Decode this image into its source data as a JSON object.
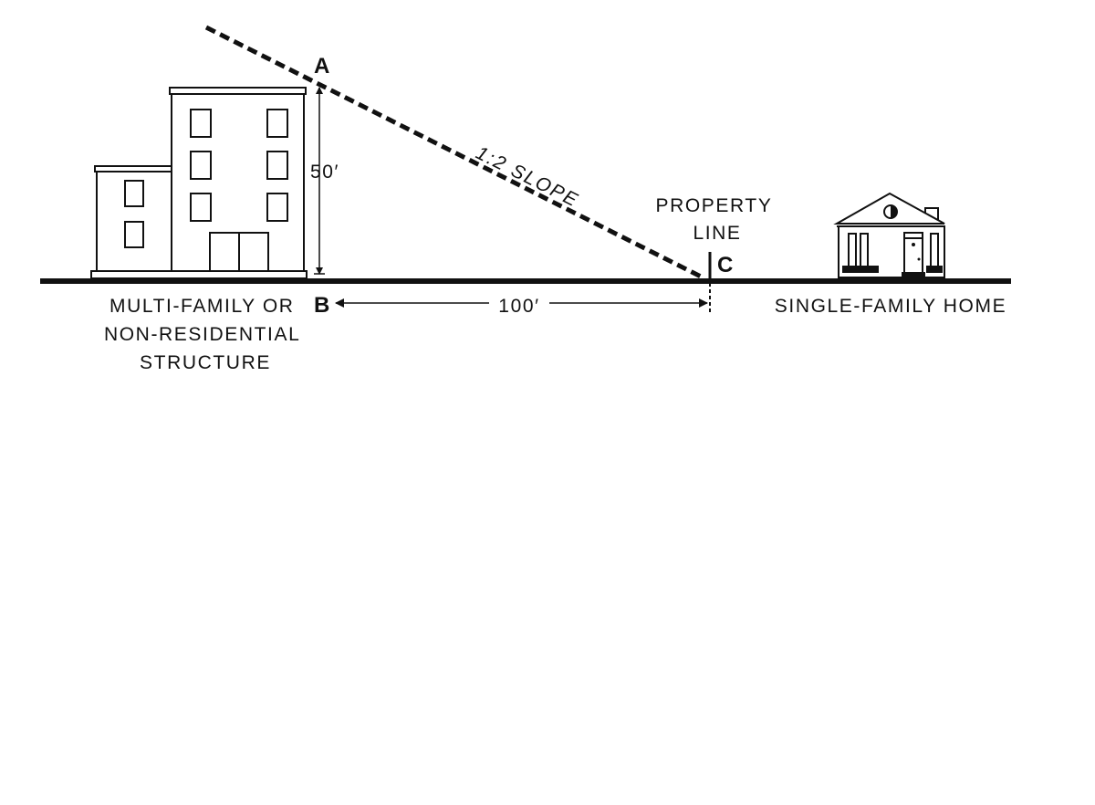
{
  "diagram": {
    "point_a": "A",
    "point_b": "B",
    "point_c": "C",
    "height_label": "50′",
    "distance_label": "100′",
    "slope_label": "1:2 SLOPE",
    "property_line_label": [
      "PROPERTY",
      "LINE"
    ],
    "left_building_label": [
      "MULTI-FAMILY OR",
      "NON-RESIDENTIAL",
      "STRUCTURE"
    ],
    "right_building_label": "SINGLE-FAMILY HOME"
  },
  "colors": {
    "ink": "#111111",
    "background": "#ffffff"
  }
}
